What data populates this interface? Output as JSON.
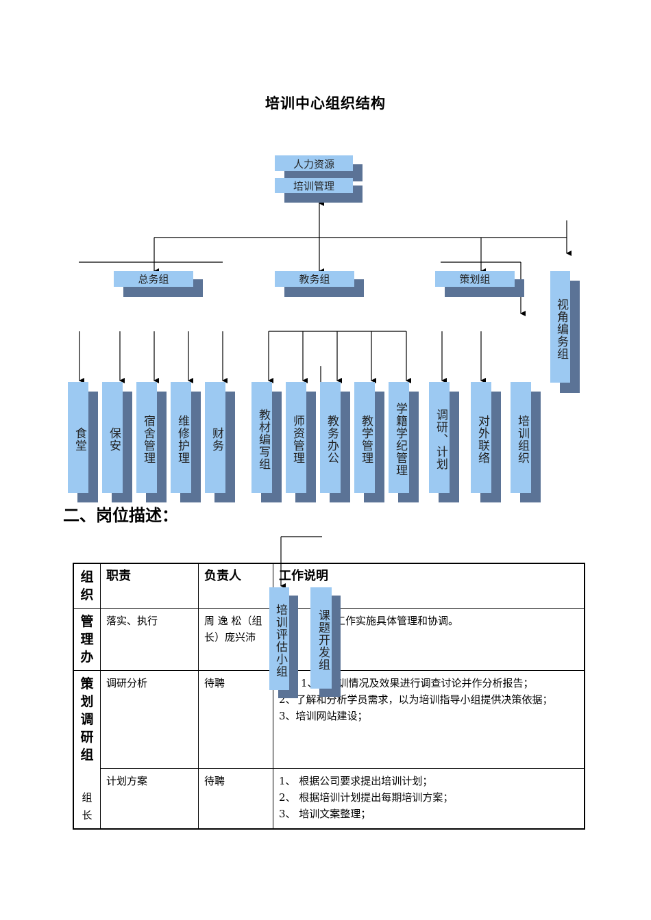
{
  "title": "培训中心组织结构",
  "org": {
    "top1": "人力资源",
    "top2": "培训管理",
    "mid": [
      "总务组",
      "教务组",
      "策划组"
    ],
    "side": "视角编务组",
    "leaves": [
      "食堂",
      "保安",
      "宿舍管理",
      "维修护理",
      "财务",
      "教材编写组",
      "师资管理",
      "教务办公",
      "教学管理",
      "学籍学纪管理",
      "调研、计划",
      "对外联络",
      "培训组织"
    ],
    "float": [
      "培训评估小组",
      "课题开发组"
    ]
  },
  "section_title": "二、岗位描述：",
  "table": {
    "headers": [
      "组织",
      "职责",
      "负责人",
      "工作说明"
    ],
    "g1_label": "管理办",
    "g1_duty": "落实、执行",
    "g1_person": "周 逸 松（组长）庞兴沛",
    "g1_desc": "培训工作实施具体管理和协调。",
    "g2_label": "策划调研组",
    "g2_sub": "组长",
    "r2_duty": "调研分析",
    "r2_person": "待聘",
    "r2_items": [
      "1、对培训情况及效果进行调查讨论并作分析报告；",
      "2、了解和分析学员需求，以为培训指导小组提供决策依据；",
      "3、培训网站建设；"
    ],
    "r3_duty": "计划方案",
    "r3_person": "待聘",
    "r3_items": [
      "1、 根据公司要求提出培训计划；",
      "2、 根据培训计划提出每期培训方案；",
      "3、 培训文案整理；"
    ]
  }
}
